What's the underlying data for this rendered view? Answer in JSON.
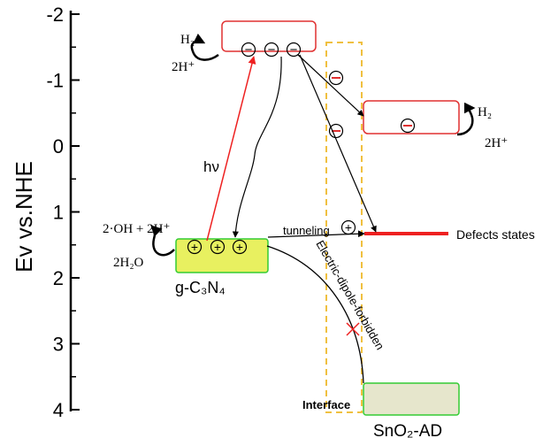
{
  "axis": {
    "label": "Ev vs.NHE",
    "ticks": [
      "-2",
      "-1",
      "0",
      "1",
      "2",
      "3",
      "4"
    ]
  },
  "labels": {
    "gcn": "g-C₃N₄",
    "sno2": "SnO₂-AD",
    "interface": "Interface",
    "defects": "Defects states",
    "tunneling": "tunneling",
    "hv": "hν",
    "forbidden": "Electric-dipole-forbidden",
    "h2_top": "H₂",
    "twoh_top": "2H⁺",
    "h2_right": "H₂",
    "twoh_right": "2H⁺",
    "oh": "2·OH + 2H⁺",
    "h2o": "2H₂O"
  },
  "symbols": {
    "minus": "−",
    "plus": "+"
  },
  "colors": {
    "cb_box": "#e03030",
    "gcn_fill": "#e8f060",
    "green_edge": "#33cc33",
    "sno2_fill": "#e6e6cc",
    "red_line": "#ee2020",
    "dashed": "#f0c040"
  }
}
